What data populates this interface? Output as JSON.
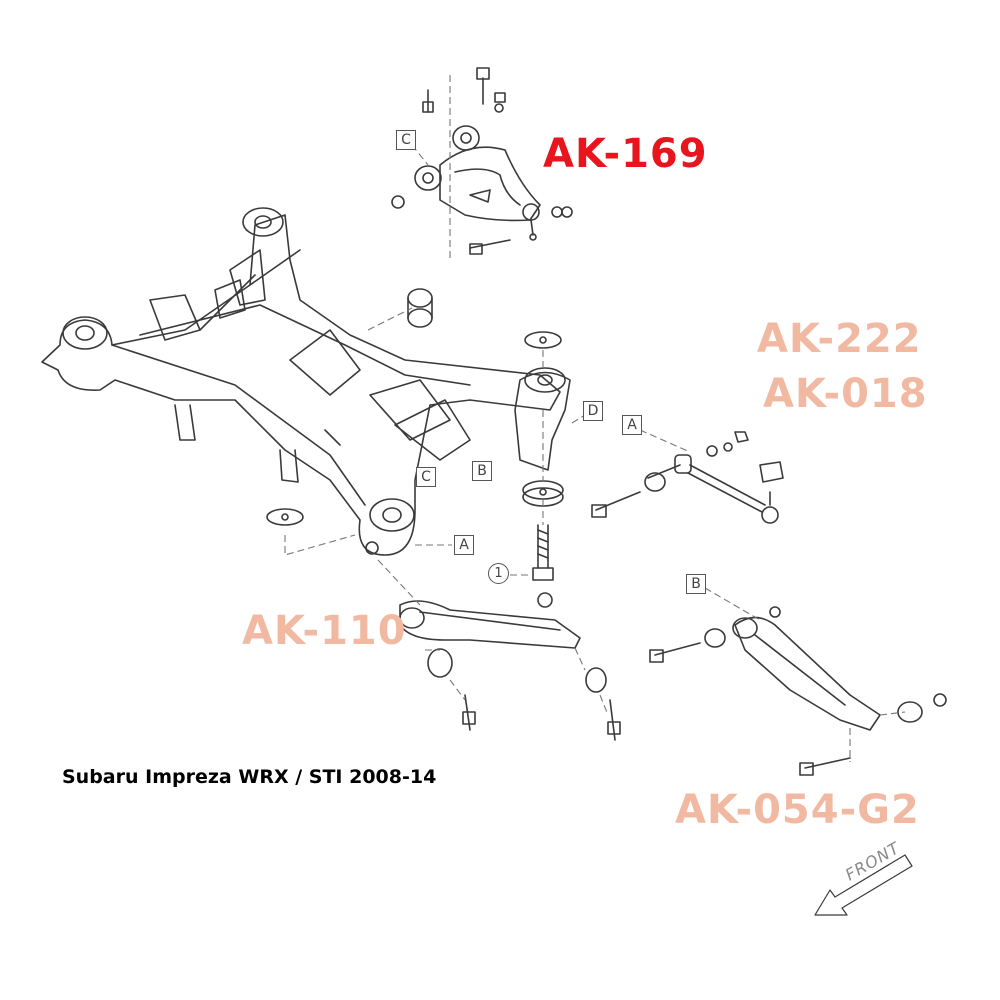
{
  "caption": "Subaru Impreza WRX / STI 2008-14",
  "part_numbers": [
    {
      "id": "ak169",
      "text": "AK-169",
      "color": "#e8141e"
    },
    {
      "id": "ak222",
      "text": "AK-222",
      "color": "#f2b9a2"
    },
    {
      "id": "ak018",
      "text": "AK-018",
      "color": "#f2b9a2"
    },
    {
      "id": "ak110",
      "text": "AK-110",
      "color": "#f2b9a2"
    },
    {
      "id": "ak054",
      "text": "AK-054-G2",
      "color": "#f2b9a2"
    }
  ],
  "reference_markers": {
    "c_top": "C",
    "c_mid": "C",
    "b_mid": "B",
    "d": "D",
    "a_right": "A",
    "a_left": "A",
    "b_right": "B",
    "one": "1"
  },
  "front_indicator": "FRONT",
  "colors": {
    "line_art": "#3a3a3a",
    "dash": "#777777",
    "accent": "#e8141e",
    "muted": "#f2b9a2"
  }
}
